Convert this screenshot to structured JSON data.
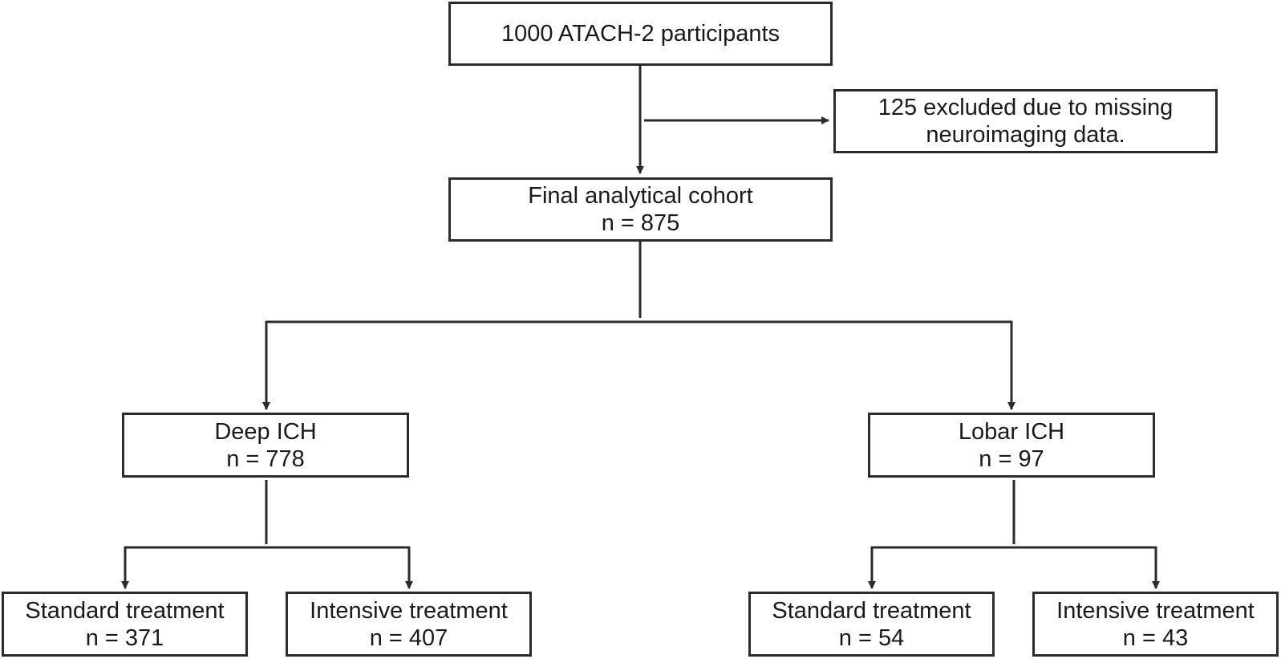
{
  "nodes": {
    "participants": {
      "lines": [
        "1000 ATACH-2 participants"
      ]
    },
    "excluded": {
      "lines": [
        "125 excluded due to missing",
        "neuroimaging data."
      ]
    },
    "cohort": {
      "lines": [
        "Final analytical cohort",
        "n = 875"
      ]
    },
    "deep": {
      "lines": [
        "Deep ICH",
        "n = 778"
      ]
    },
    "lobar": {
      "lines": [
        "Lobar ICH",
        "n = 97"
      ]
    },
    "deep_standard": {
      "lines": [
        "Standard treatment",
        "n = 371"
      ]
    },
    "deep_intensive": {
      "lines": [
        "Intensive treatment",
        "n = 407"
      ]
    },
    "lobar_standard": {
      "lines": [
        "Standard treatment",
        "n = 54"
      ]
    },
    "lobar_intensive": {
      "lines": [
        "Intensive treatment",
        "n = 43"
      ]
    }
  },
  "colors": {
    "line": "#2b2b2b",
    "background": "#ffffff",
    "text": "#1a1a1a"
  }
}
